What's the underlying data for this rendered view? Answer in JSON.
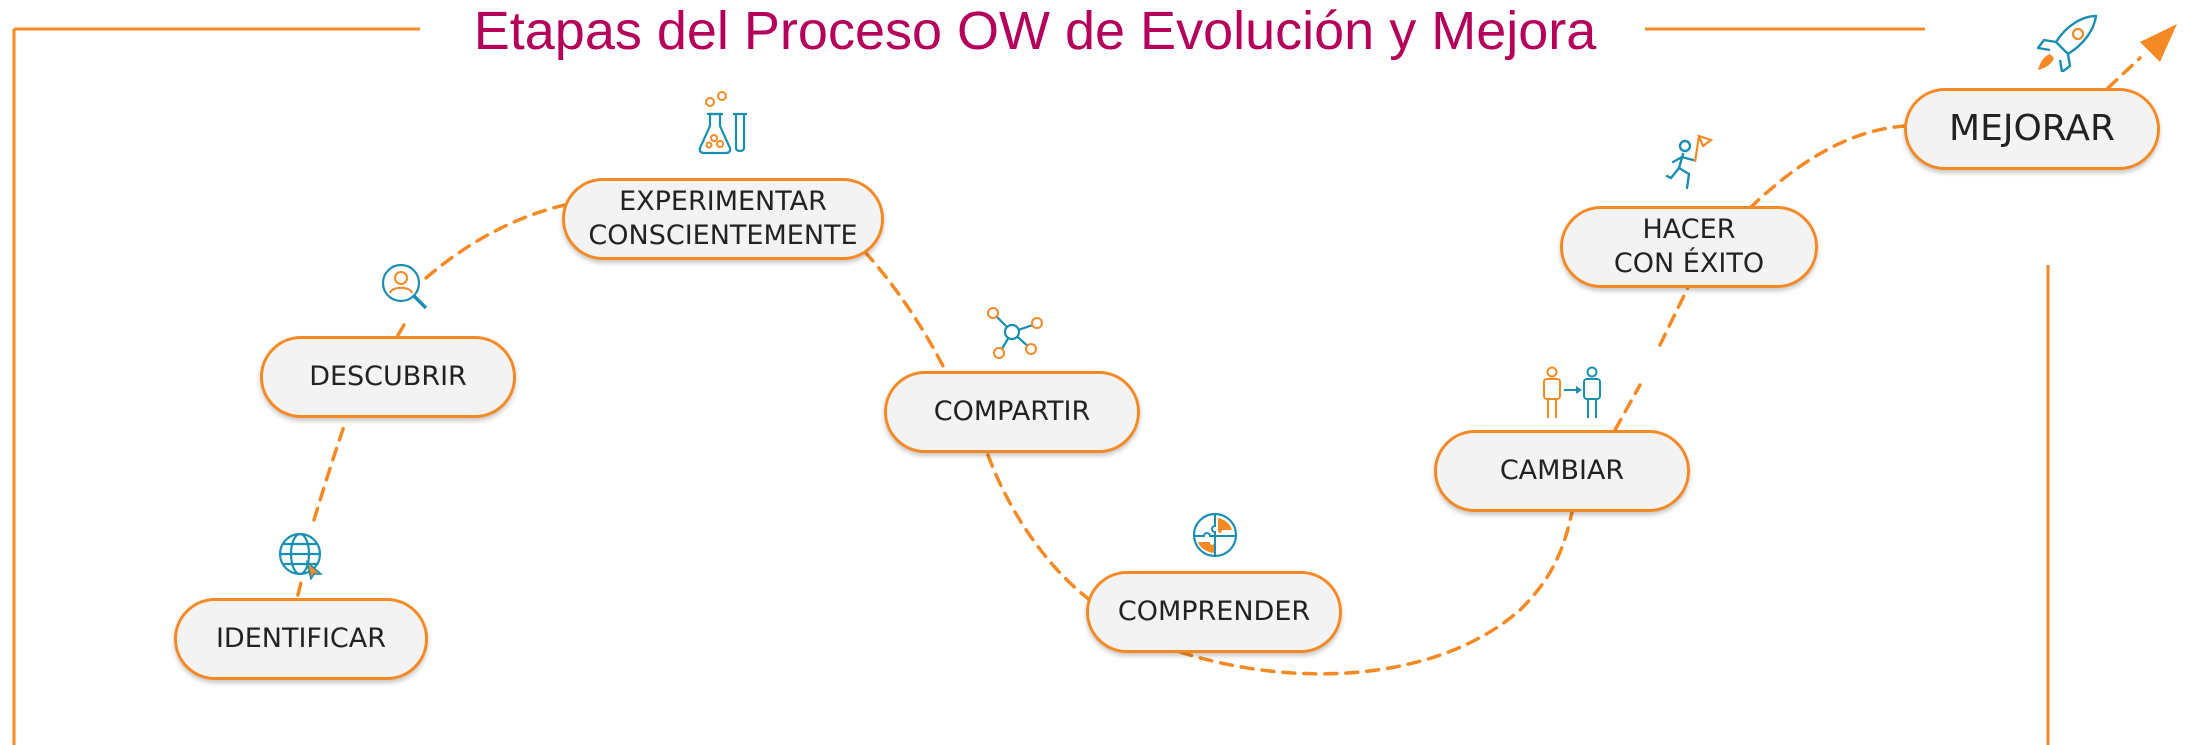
{
  "title": "Etapas del Proceso OW de Evolución y Mejora",
  "colors": {
    "title": "#b5005b",
    "accent_orange": "#f58a25",
    "icon_blue": "#1a8fb3",
    "node_fill": "#f3f3f3",
    "text": "#222222"
  },
  "stages": [
    {
      "id": "identificar",
      "label": "IDENTIFICAR",
      "icon": "globe-cursor-icon"
    },
    {
      "id": "descubrir",
      "label": "DESCUBRIR",
      "icon": "magnifier-person-icon"
    },
    {
      "id": "experimentar",
      "label_line1": "EXPERIMENTAR",
      "label_line2": "CONSCIENTEMENTE",
      "icon": "flask-test-tube-icon"
    },
    {
      "id": "compartir",
      "label": "COMPARTIR",
      "icon": "network-share-icon"
    },
    {
      "id": "comprender",
      "label": "COMPRENDER",
      "icon": "puzzle-globe-icon"
    },
    {
      "id": "cambiar",
      "label": "CAMBIAR",
      "icon": "people-exchange-icon"
    },
    {
      "id": "hacer",
      "label_line1": "HACER",
      "label_line2": "CON ÉXITO",
      "icon": "runner-flag-icon"
    },
    {
      "id": "mejorar",
      "label": "MEJORAR",
      "icon": "rocket-icon"
    }
  ]
}
